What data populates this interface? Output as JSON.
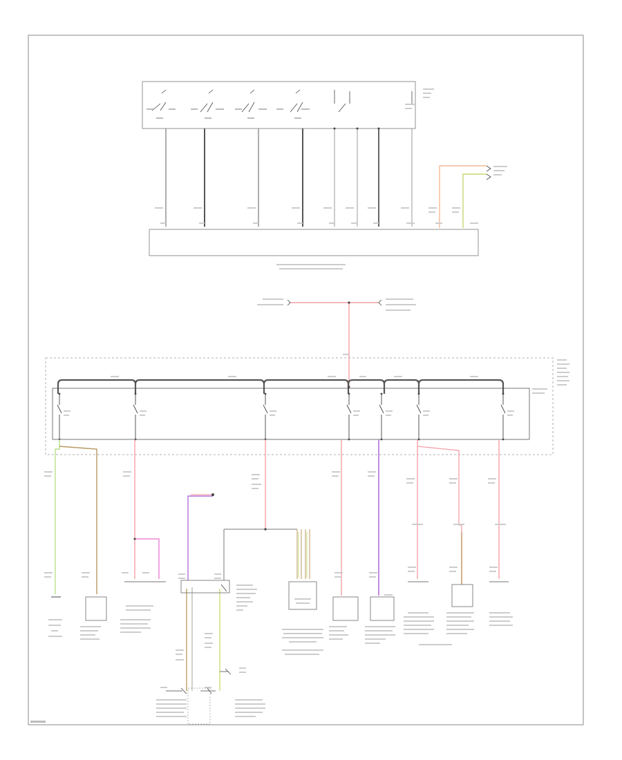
{
  "diagram": {
    "title": "",
    "caption": "",
    "colors": {
      "frame": "#888888",
      "box": "#666666",
      "wire_black": "#555555",
      "wire_gray": "#a0a0a0",
      "wire_red": "#f4a0a8",
      "wire_pink": "#e86fd0",
      "wire_green": "#b8e08a",
      "wire_brown": "#b89860",
      "wire_violet": "#b070d8",
      "wire_orange": "#f4b894",
      "wire_yellow_green": "#c8d870"
    },
    "top_section": {
      "switch_block_label": "",
      "module_label": "",
      "connector_label": ""
    },
    "fuse_box": {
      "label": "",
      "fuses": [
        {
          "id": "f1",
          "label": ""
        },
        {
          "id": "f2",
          "label": ""
        },
        {
          "id": "f3",
          "label": ""
        },
        {
          "id": "f4",
          "label": ""
        },
        {
          "id": "f5",
          "label": ""
        },
        {
          "id": "f6",
          "label": ""
        },
        {
          "id": "f7",
          "label": ""
        }
      ]
    },
    "components": [
      {
        "id": "c1",
        "label": ""
      },
      {
        "id": "c2",
        "label": ""
      },
      {
        "id": "c3",
        "label": ""
      },
      {
        "id": "c4",
        "label": ""
      },
      {
        "id": "c5",
        "label": ""
      },
      {
        "id": "c6",
        "label": ""
      },
      {
        "id": "c7",
        "label": ""
      },
      {
        "id": "c8",
        "label": ""
      },
      {
        "id": "c9",
        "label": ""
      },
      {
        "id": "c10",
        "label": ""
      },
      {
        "id": "c11",
        "label": ""
      }
    ]
  }
}
